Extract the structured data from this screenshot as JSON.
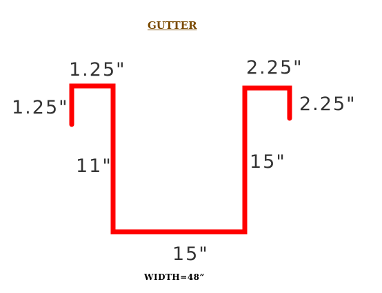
{
  "title": "GUTTER",
  "dimensions": {
    "left_top_flange": "1.25\"",
    "left_lip": "1.25\"",
    "left_wall": "11\"",
    "right_top_flange": "2.25\"",
    "right_lip": "2.25\"",
    "right_wall": "15\"",
    "bottom": "15\""
  },
  "width_note": "WIDTH=48”",
  "colors": {
    "profile_stroke": "#ff0000",
    "title_text": "#7a4a00",
    "dimension_text": "#333333"
  }
}
